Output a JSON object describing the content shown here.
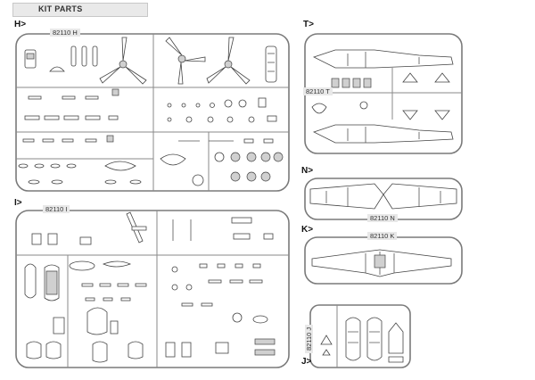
{
  "header": {
    "title": "KIT PARTS"
  },
  "sprues": [
    {
      "id": "H",
      "label": "H>",
      "code": "82110 H"
    },
    {
      "id": "T",
      "label": "T>",
      "code": "82110 T"
    },
    {
      "id": "N",
      "label": "N>",
      "code": "82110 N"
    },
    {
      "id": "K",
      "label": "K>",
      "code": "82110 K"
    },
    {
      "id": "I",
      "label": "I>",
      "code": "82110 I"
    },
    {
      "id": "J",
      "label": "J>",
      "code": "82110 J"
    }
  ],
  "colors": {
    "line": "#555555",
    "frame": "#777777",
    "tab": "#e9e9e9"
  }
}
